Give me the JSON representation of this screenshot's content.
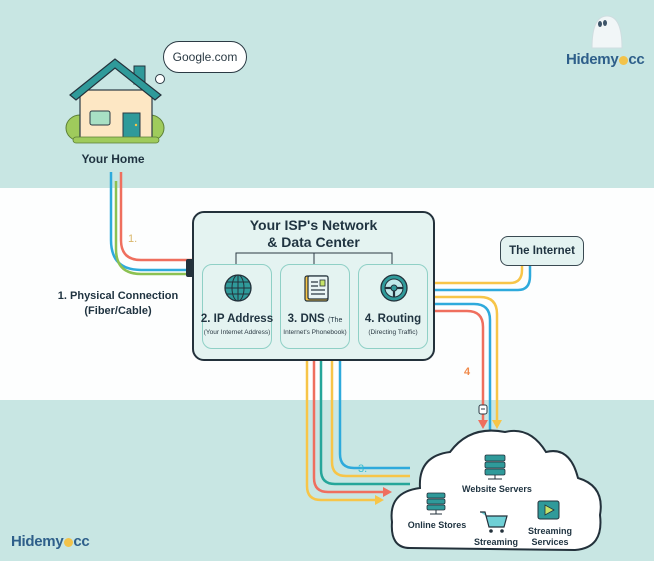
{
  "speech_bubble": {
    "text": "Google.com"
  },
  "home": {
    "label": "Your Home"
  },
  "physical_connection": {
    "step_marker": "1.",
    "label_line1": "1. Physical Connection",
    "label_line2": "(Fiber/Cable)"
  },
  "isp": {
    "title_line1": "Your ISP's Network",
    "title_line2": "& Data Center",
    "cards": [
      {
        "icon": "globe-icon",
        "title": "2. IP Address",
        "title_small": "",
        "subtitle": "(Your Internet Address)"
      },
      {
        "icon": "phonebook-icon",
        "title": "3. DNS",
        "title_small": "(The",
        "subtitle": "Internet's Phonebook)"
      },
      {
        "icon": "steering-wheel-icon",
        "title": "4. Routing",
        "title_small": "",
        "subtitle": "(Directing Traffic)"
      }
    ]
  },
  "internet": {
    "label": "The Internet"
  },
  "step_markers": {
    "routing": "4",
    "dns": "3."
  },
  "cloud": {
    "website_servers": "Website Servers",
    "online_stores": "Online Stores",
    "streaming": "Streaming",
    "streaming_services_line1": "Streaming",
    "streaming_services_line2": "Services"
  },
  "brand": {
    "prefix": "Hidemy",
    "suffix": "cc"
  },
  "colors": {
    "teal_band": "#c8e6e3",
    "wire_red": "#ef6f5e",
    "wire_blue": "#2eaadc",
    "wire_green": "#8cc152",
    "wire_yellow": "#f7c548",
    "wire_teal": "#26a69a",
    "brand_blue": "#2e5f8a"
  }
}
